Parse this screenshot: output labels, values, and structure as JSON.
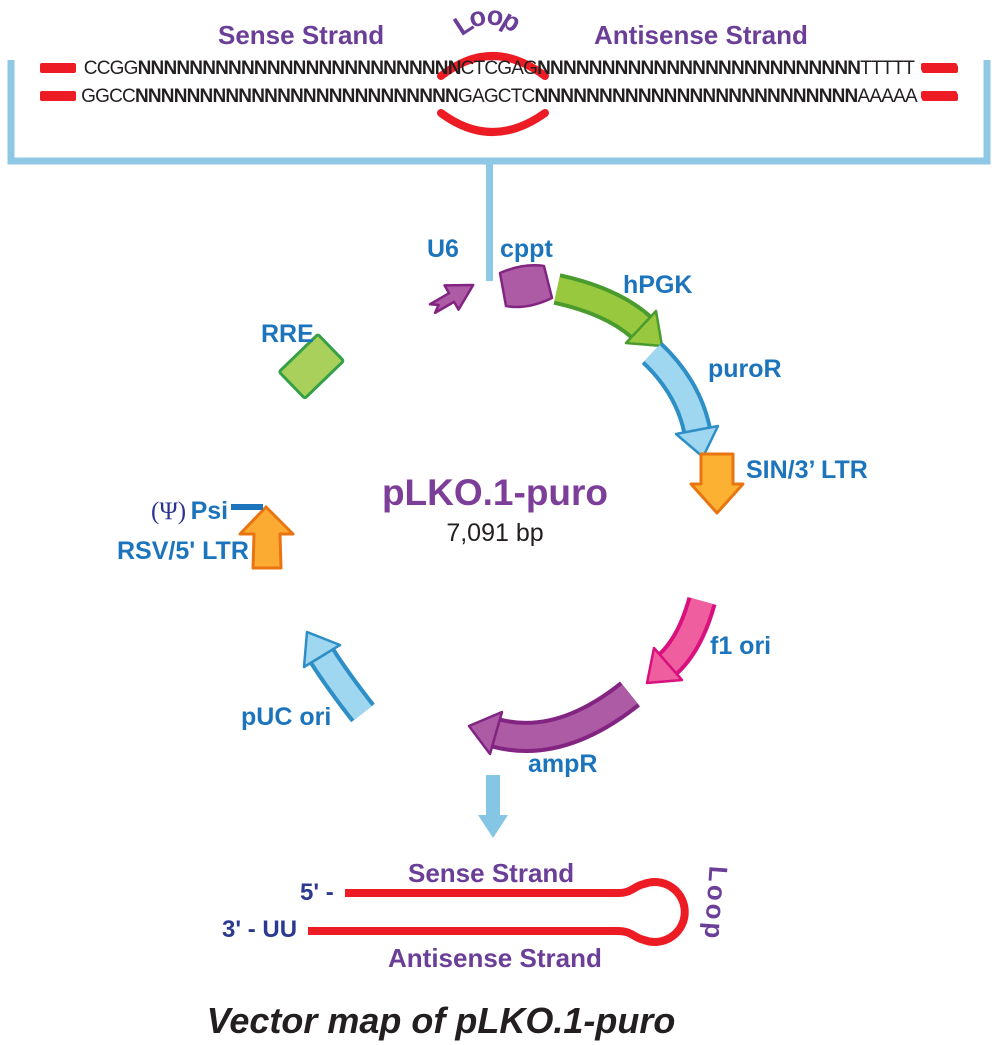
{
  "top_cassette": {
    "loop_letters": [
      "L",
      "o",
      "o",
      "p"
    ],
    "sense_label": "Sense Strand",
    "antisense_label": "Antisense Strand",
    "sequence_rows": [
      {
        "lead": "CCGG",
        "n1": "NNNNNNNNNNNNNNNNNNNNNNNNN",
        "site": "CTCGAG",
        "n2": "NNNNNNNNNNNNNNNNNNNNNNNNN",
        "tail": "TTTTT"
      },
      {
        "lead": "GGCC",
        "n1": "NNNNNNNNNNNNNNNNNNNNNNNNN",
        "site": "GAGCTC",
        "n2": "NNNNNNNNNNNNNNNNNNNNNNNNN",
        "tail": "AAAAA"
      }
    ]
  },
  "plasmid": {
    "title": "pLKO.1-puro",
    "size": "7,091 bp",
    "psi_symbol": "(Ψ)",
    "features": [
      {
        "id": "u6",
        "label": "U6",
        "color": "#ad5ba4"
      },
      {
        "id": "cppt",
        "label": "cppt",
        "color": "#ad5ba4"
      },
      {
        "id": "hpgk",
        "label": "hPGK",
        "color": "#97c83e"
      },
      {
        "id": "puror",
        "label": "puroR",
        "color": "#9fd6f0"
      },
      {
        "id": "sin3ltr",
        "label": "SIN/3’ LTR",
        "color": "#fcb132"
      },
      {
        "id": "f1ori",
        "label": "f1 ori",
        "color": "#ef5f9f"
      },
      {
        "id": "ampr",
        "label": "ampR",
        "color": "#ad5ba4"
      },
      {
        "id": "pucori",
        "label": "pUC ori",
        "color": "#9fd6f0"
      },
      {
        "id": "rsv5ltr",
        "label": "RSV/5' LTR",
        "color": "#fbab32"
      },
      {
        "id": "psi",
        "label": "Psi",
        "color": "#1c75bc"
      },
      {
        "id": "rre",
        "label": "RRE",
        "color": "#a8d05a"
      }
    ]
  },
  "bottom_hairpin": {
    "sense_label": "Sense Strand",
    "antisense_label": "Antisense Strand",
    "five_prime": "5' -",
    "three_prime": "3' - UU",
    "loop_label": "Loop"
  },
  "caption": "Vector map of pLKO.1-puro",
  "colors": {
    "bracket_blue": "#8fc8e4",
    "label_blue": "#1c75bc",
    "header_purple": "#6b3e98",
    "title_purple": "#7c3e98",
    "navy": "#2b3990",
    "red": "#ed1c24",
    "purple_fill": "#ad5ba4",
    "purple_stroke": "#822481",
    "green_fill": "#97c83e",
    "green_stroke": "#4a9b2e",
    "blue_fill": "#9fd6f0",
    "blue_stroke": "#2e8fc6",
    "orange_fill": "#fbab32",
    "orange_stroke": "#e87511",
    "pink_fill": "#ef5f9f",
    "pink_stroke": "#d9117e",
    "sequence_black": "#231f20"
  }
}
